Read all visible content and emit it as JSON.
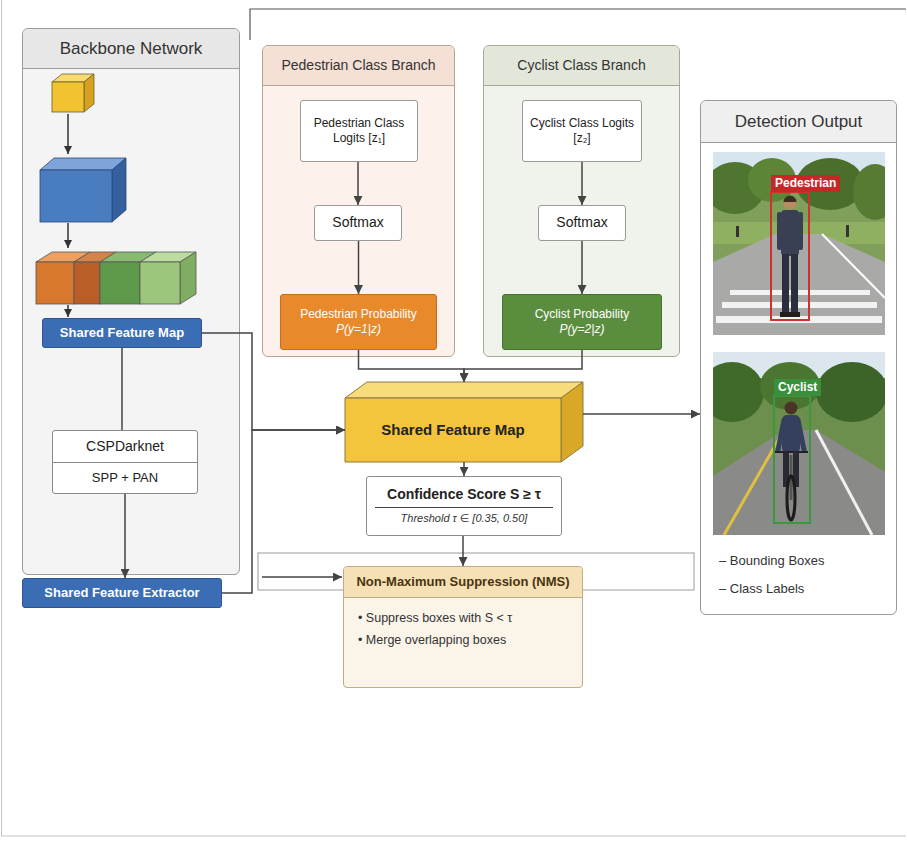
{
  "diagram": {
    "nodes": [
      {
        "text": [
          "Backbone Network"
        ]
      },
      {
        "text": [
          "Shared Feature Map"
        ],
        "in": 0
      },
      {
        "text": [
          "CSPDarknet",
          "SPP + PAN"
        ],
        "in": 0
      },
      {
        "text": [
          "Shared Feature Extractor"
        ]
      },
      {
        "text": [
          "Pedestrian Class Branch"
        ]
      },
      {
        "text": [
          "Pedestrian Class Logits [z₁]"
        ],
        "in": 4
      },
      {
        "text": [
          "Softmax"
        ],
        "in": 4
      },
      {
        "text": [
          "Pedestrian Probability",
          "P(y=1|z)"
        ],
        "in": 4
      },
      {
        "text": [
          "Cyclist Class Branch"
        ]
      },
      {
        "text": [
          "Cyclist Class Logits [z₂]"
        ],
        "in": 8
      },
      {
        "text": [
          "Softmax"
        ],
        "in": 8
      },
      {
        "text": [
          "Cyclist Probability",
          "P(y=2|z)"
        ],
        "in": 8
      },
      {
        "text": [
          "Detection Output",
          "– Bounding Boxes",
          "– Class Labels"
        ]
      },
      {
        "text": [
          "Shared Feature Map"
        ]
      },
      {
        "text": [
          "Confidence Score S ≥ τ",
          "Threshold τ ∈ [0.35, 0.50]"
        ]
      },
      {
        "text": [
          "Non-Maximum Suppression (NMS)",
          "• Suppress boxes with S < τ",
          "• Merge overlapping boxes"
        ]
      }
    ],
    "edges": [
      {
        "from": 1,
        "to": 2,
        "arrow": "none"
      },
      {
        "from": 2,
        "to": 3,
        "arrow": "to"
      },
      {
        "from": 1,
        "to": 13,
        "arrow": "to"
      },
      {
        "from": 3,
        "to": 13,
        "arrow": "to"
      },
      {
        "from": 5,
        "to": 6,
        "arrow": "to"
      },
      {
        "from": 6,
        "to": 7,
        "arrow": "to"
      },
      {
        "from": 9,
        "to": 10,
        "arrow": "to"
      },
      {
        "from": 10,
        "to": 11,
        "arrow": "to"
      },
      {
        "from": 7,
        "to": 13,
        "arrow": "to"
      },
      {
        "from": 11,
        "to": 13,
        "arrow": "to"
      },
      {
        "from": 13,
        "to": 12,
        "arrow": "to"
      },
      {
        "from": 13,
        "to": 14,
        "arrow": "to"
      },
      {
        "from": 14,
        "to": 15,
        "arrow": "to"
      }
    ],
    "labels": [
      "Pedestrian",
      "Cyclist"
    ]
  }
}
